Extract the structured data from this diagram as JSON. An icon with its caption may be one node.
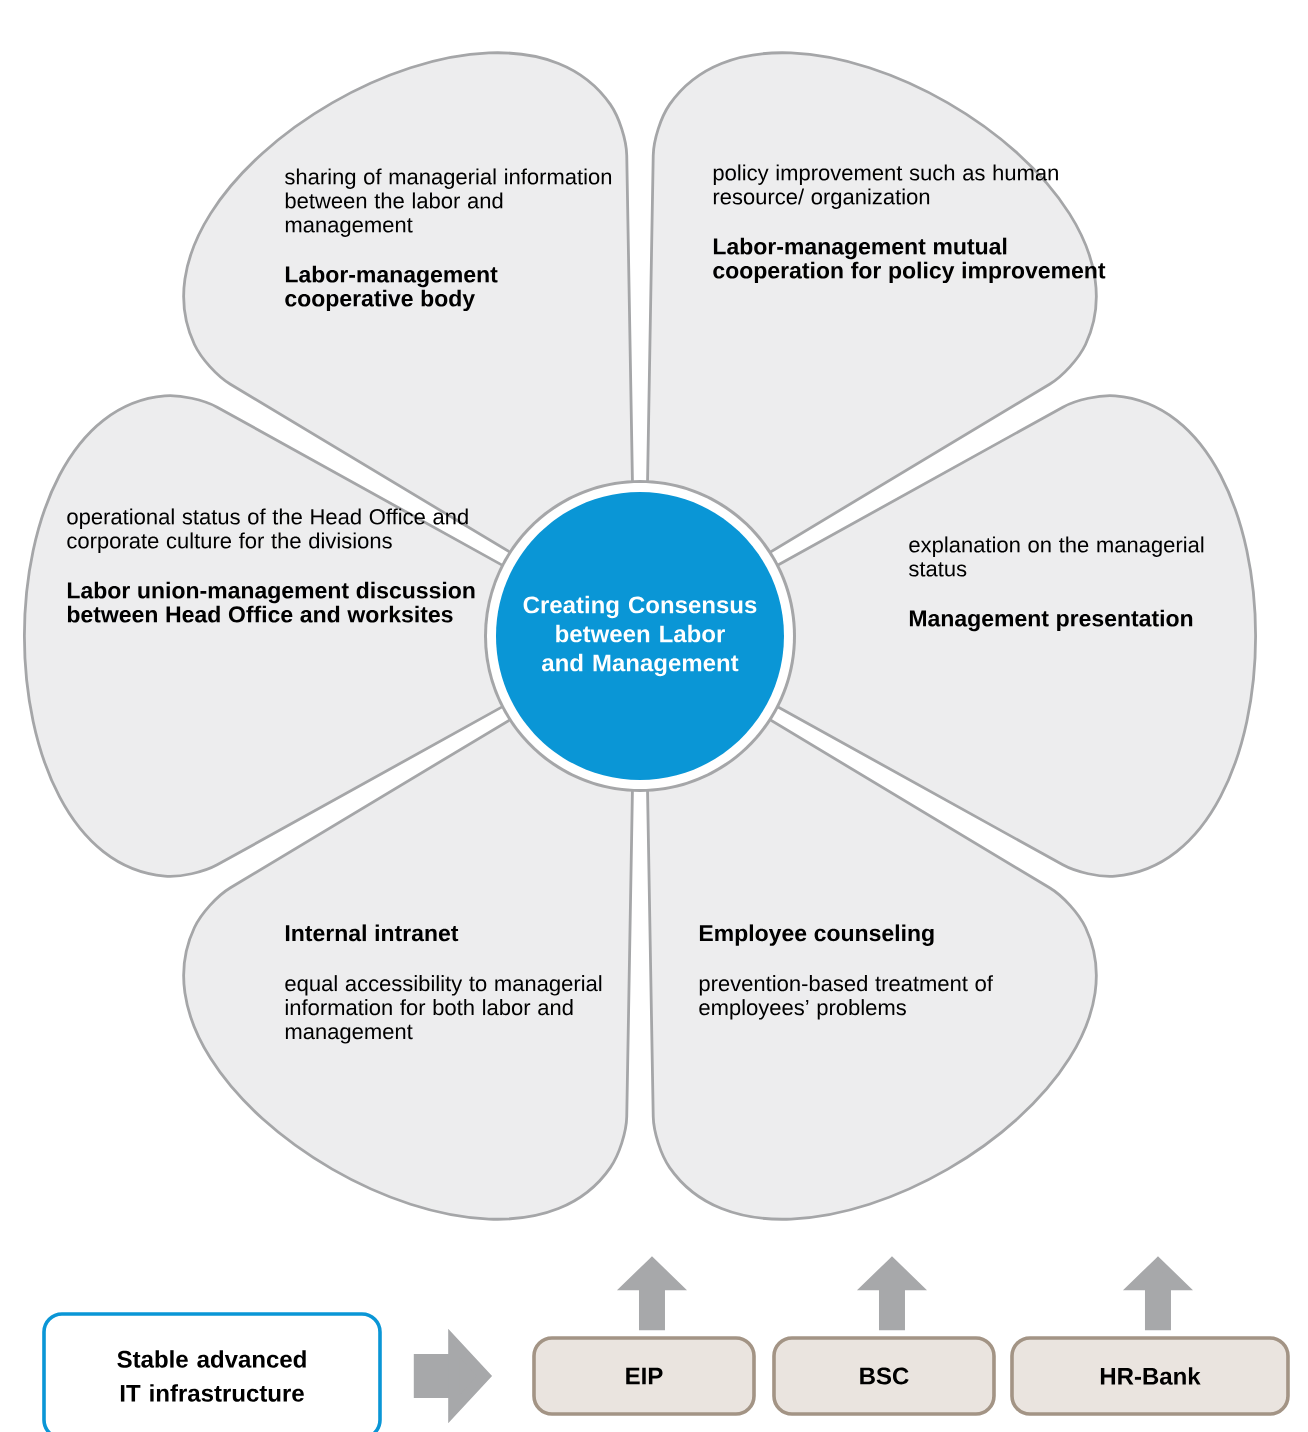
{
  "diagram": {
    "nodes": [
      {
        "text": [
          "sharing of managerial information between the labor and management",
          "Labor-management cooperative body"
        ]
      },
      {
        "text": [
          "policy improvement such as human resource/ organization",
          "Labor-management mutual cooperation for policy improvement"
        ]
      },
      {
        "text": [
          "operational status of the Head Office and corporate culture for the divisions",
          "Labor union-management discussion between Head Office and worksites"
        ]
      },
      {
        "text": [
          "Creating Consensus between Labor and Management"
        ]
      },
      {
        "text": [
          "explanation on the managerial status",
          "Management presentation"
        ]
      },
      {
        "text": [
          "Internal intranet",
          "equal accessibility to managerial information for both labor and management"
        ]
      },
      {
        "text": [
          "Employee counseling",
          "prevention-based treatment of employees’ problems"
        ]
      },
      {
        "text": [
          "Stable advanced IT infrastructure"
        ]
      },
      {
        "text": [
          "EIP"
        ]
      },
      {
        "text": [
          "BSC"
        ]
      },
      {
        "text": [
          "HR-Bank"
        ]
      }
    ],
    "edges": [
      {
        "from": 7,
        "to": 8,
        "arrow": "to"
      },
      {
        "from": 8,
        "to": null,
        "arrow": "to"
      },
      {
        "from": 9,
        "to": null,
        "arrow": "to"
      },
      {
        "from": 10,
        "to": null,
        "arrow": "to"
      }
    ]
  }
}
